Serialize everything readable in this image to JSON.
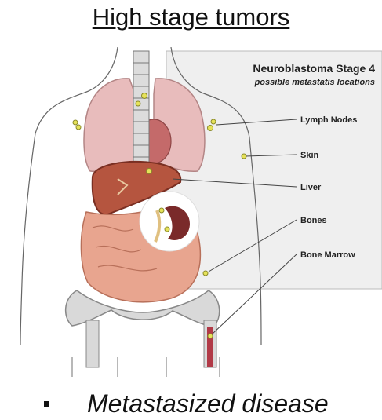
{
  "title": "High stage tumors",
  "diagram": {
    "heading": "Neuroblastoma Stage 4",
    "subheading": "possible metastatis locations",
    "labels": [
      "Lymph Nodes",
      "Skin",
      "Liver",
      "Bones",
      "Bone Marrow"
    ]
  },
  "bullet": {
    "text": "Metastasized disease"
  },
  "colors": {
    "lungs": "#e8bcbc",
    "liver": "#b5553f",
    "intestine": "#e8a58f",
    "bone": "#d9d9d9",
    "kidney": "#7a2a2a",
    "metastasis": "#e6e25a"
  }
}
